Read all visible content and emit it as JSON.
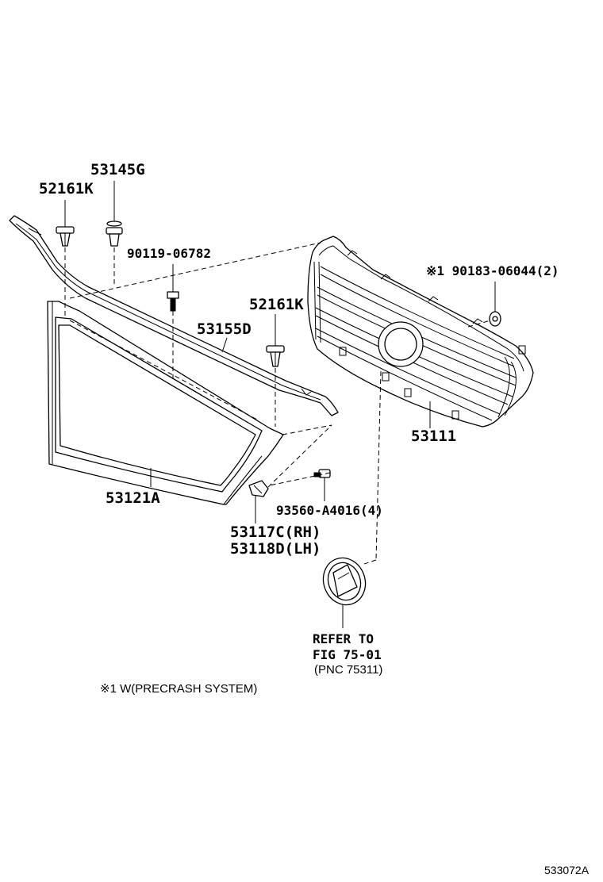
{
  "parts": {
    "clip_52161k_left": "52161K",
    "clip_53145g": "53145G",
    "screw_90119": "90119-06782",
    "clip_52161k_right": "52161K",
    "molding_53155d": "53155D",
    "grille_53111": "53111",
    "nut_90183": "※1 90183-06044(2)",
    "frame_53121a": "53121A",
    "screw_93560": "93560-A4016(4)",
    "bracket_rh": "53117C(RH)",
    "bracket_lh": "53118D(LH)"
  },
  "emblem_reference": {
    "line1": "REFER TO",
    "line2": "FIG 75-01",
    "line3": "(PNC 75311)"
  },
  "footnote": "※1 W(PRECRASH SYSTEM)",
  "diagram_code": "533072A"
}
